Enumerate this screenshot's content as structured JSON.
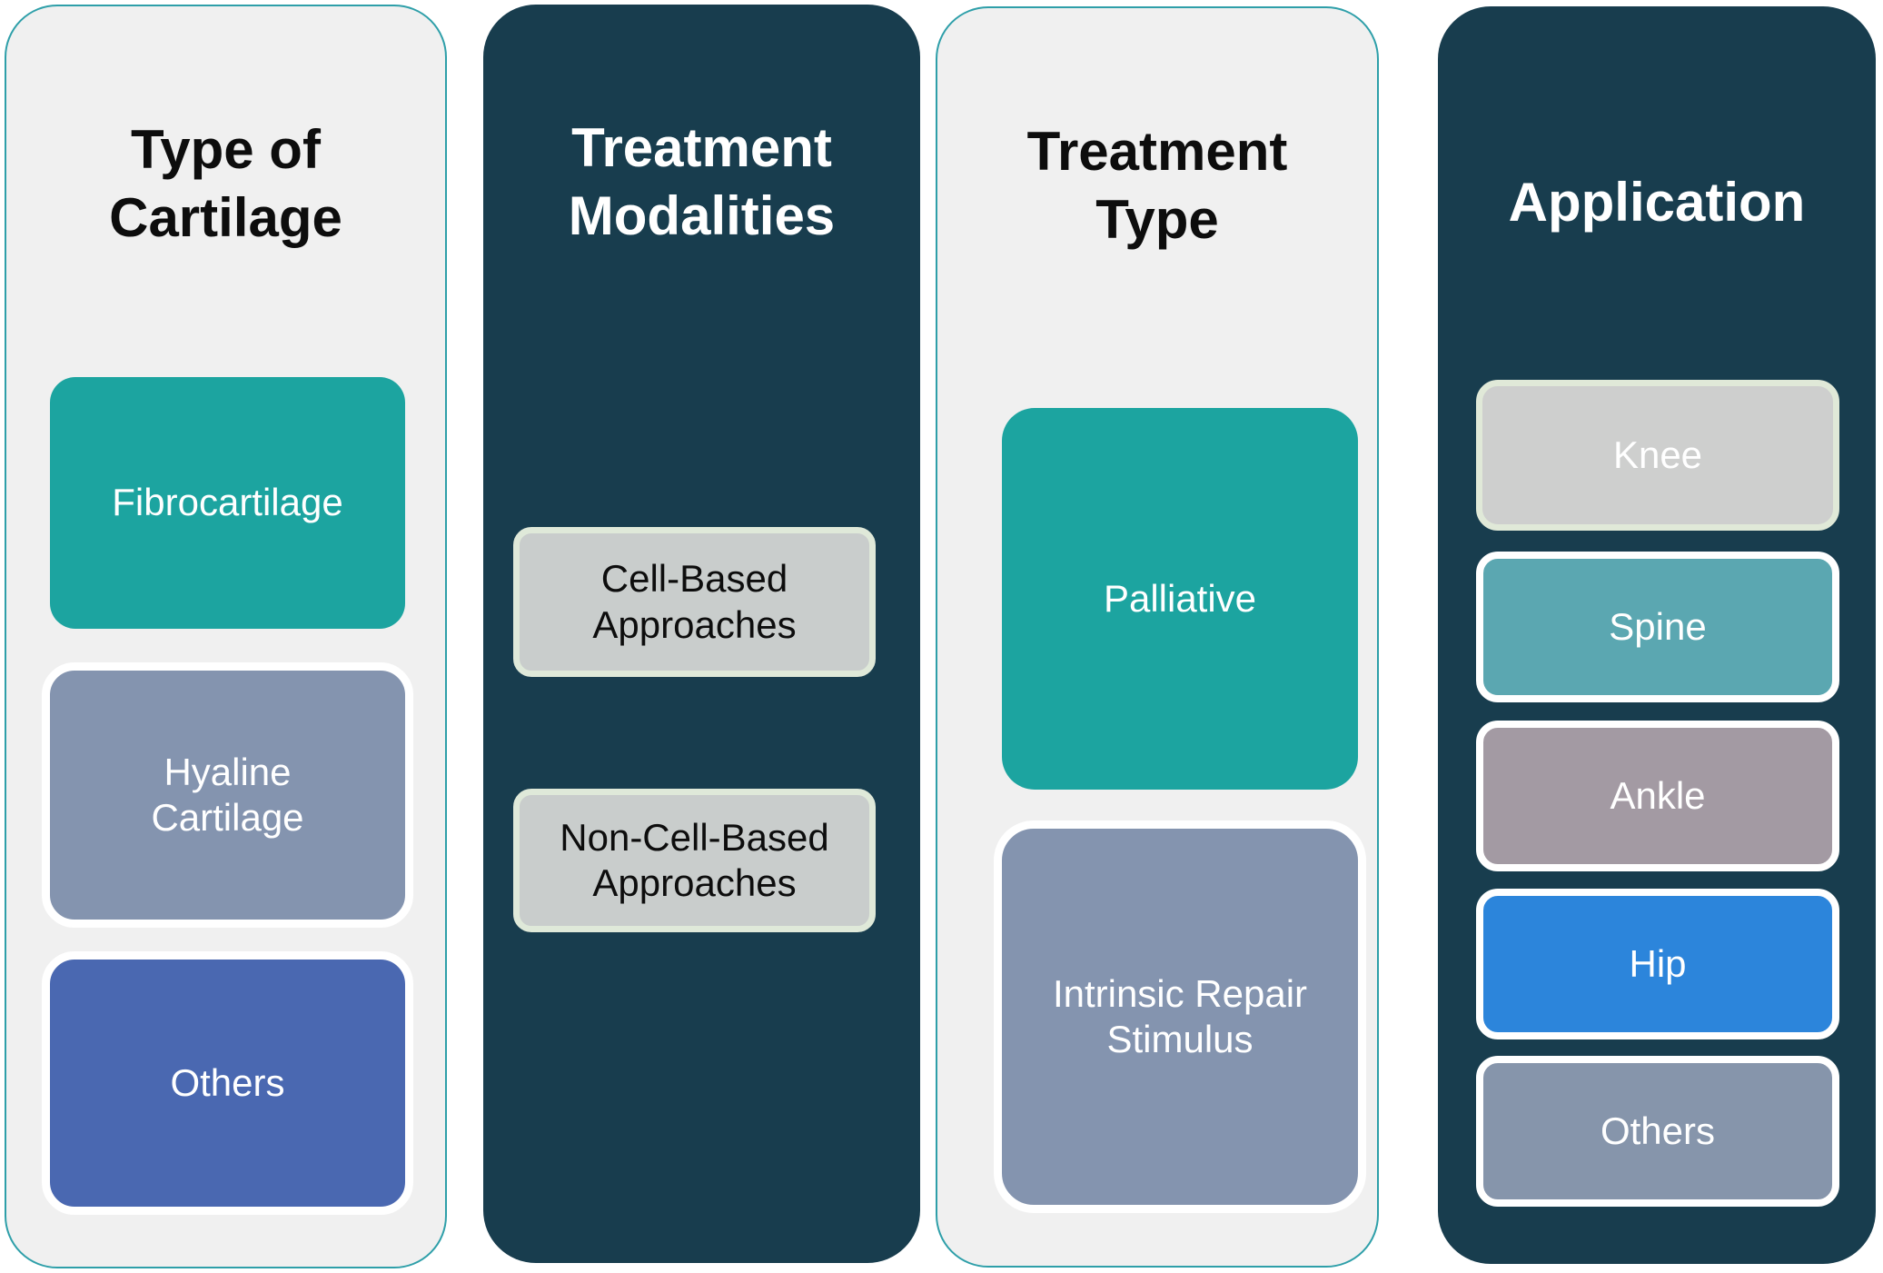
{
  "diagram": {
    "columns": [
      {
        "title": "Type of Cartilage",
        "items": [
          {
            "label": "Fibrocartilage",
            "color": "#1CA4A0"
          },
          {
            "label": "Hyaline Cartilage",
            "color": "#8494AF"
          },
          {
            "label": "Others",
            "color": "#4A68B1"
          }
        ]
      },
      {
        "title": "Treatment Modalities",
        "items": [
          {
            "label": "Cell-Based Approaches",
            "color": "#C9CDCC"
          },
          {
            "label": "Non-Cell-Based Approaches",
            "color": "#C9CDCC"
          }
        ]
      },
      {
        "title": "Treatment Type",
        "items": [
          {
            "label": "Palliative",
            "color": "#1CA4A0"
          },
          {
            "label": "Intrinsic Repair Stimulus",
            "color": "#8494AF"
          }
        ]
      },
      {
        "title": "Application",
        "items": [
          {
            "label": "Knee",
            "color": "#CECFCE"
          },
          {
            "label": "Spine",
            "color": "#5BA7B1"
          },
          {
            "label": "Ankle",
            "color": "#A39AA3"
          },
          {
            "label": "Hip",
            "color": "#2C85DB"
          },
          {
            "label": "Others",
            "color": "#8695AB"
          }
        ]
      }
    ],
    "palette": {
      "dark_column_bg": "#183D4E",
      "light_column_bg": "#F0F0F0",
      "light_column_border": "#2E9FA9",
      "pale_green_border": "#DFE9D9",
      "white_border": "#FFFFFF"
    }
  }
}
